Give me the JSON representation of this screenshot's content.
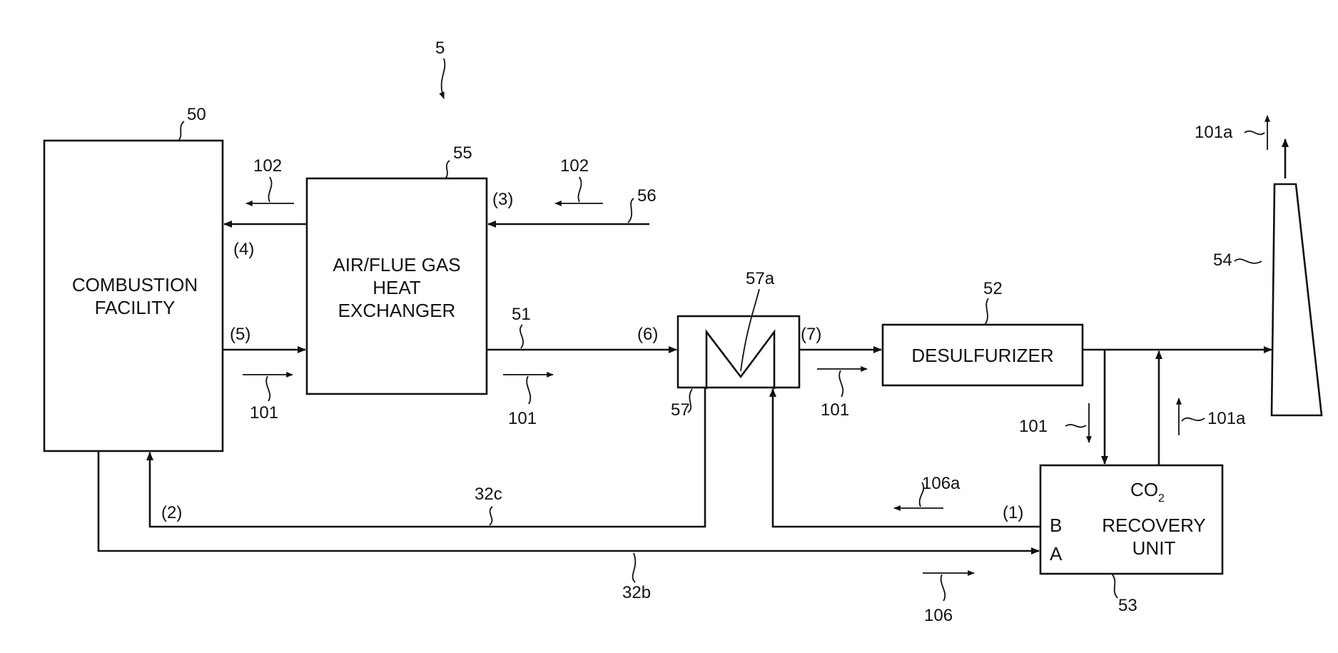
{
  "figure_number": "5",
  "components": {
    "combustion": {
      "ref": "50",
      "line1": "COMBUSTION",
      "line2": "FACILITY"
    },
    "heat_exchanger": {
      "ref": "55",
      "line1": "AIR/FLUE GAS",
      "line2": "HEAT",
      "line3": "EXCHANGER"
    },
    "gas_heater": {
      "ref": "57",
      "element_ref": "57a"
    },
    "desulfurizer": {
      "ref": "52",
      "label": "DESULFURIZER"
    },
    "co2_unit": {
      "ref": "53",
      "line1_main": "CO",
      "line1_sub": "2",
      "line2": "RECOVERY",
      "line3": "UNIT",
      "port_b": "B",
      "port_a": "A"
    },
    "stack": {
      "ref": "54"
    }
  },
  "lines": {
    "duct_51": "51",
    "air_56": "56",
    "line_32b": "32b",
    "line_32c": "32c"
  },
  "flows": {
    "air": "102",
    "flue_gas": "101",
    "clean_gas": "101a",
    "absorbent": "106",
    "absorbent_return": "106a"
  },
  "points": {
    "p1": "(1)",
    "p2": "(2)",
    "p3": "(3)",
    "p4": "(4)",
    "p5": "(5)",
    "p6": "(6)",
    "p7": "(7)"
  },
  "colors": {
    "ink": "#111111",
    "background": "#ffffff"
  }
}
